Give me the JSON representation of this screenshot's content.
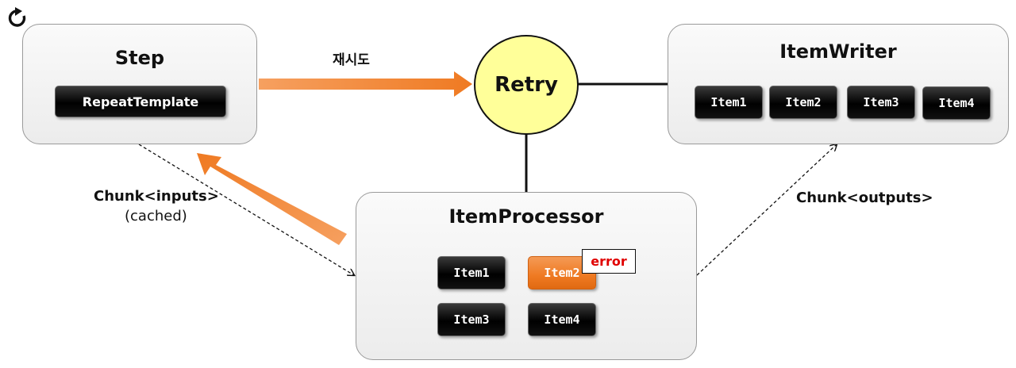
{
  "step": {
    "title": "Step",
    "template_label": "RepeatTemplate"
  },
  "retry": {
    "label": "Retry"
  },
  "retry_arrow_label": "재시도",
  "writer": {
    "title": "ItemWriter",
    "items": [
      "Item1",
      "Item2",
      "Item3",
      "Item4"
    ]
  },
  "processor": {
    "title": "ItemProcessor",
    "items": [
      "Item1",
      "Item2",
      "Item3",
      "Item4"
    ],
    "error_label": "error"
  },
  "inputs_label": "Chunk<inputs>",
  "inputs_sublabel": "(cached)",
  "outputs_label": "Chunk<outputs>",
  "icons": {
    "top_left": "refresh-icon"
  },
  "colors": {
    "arrow_orange": "#ef7a22",
    "retry_fill": "#ffff99",
    "error_text": "#e00000",
    "chip_black": "#000000"
  }
}
